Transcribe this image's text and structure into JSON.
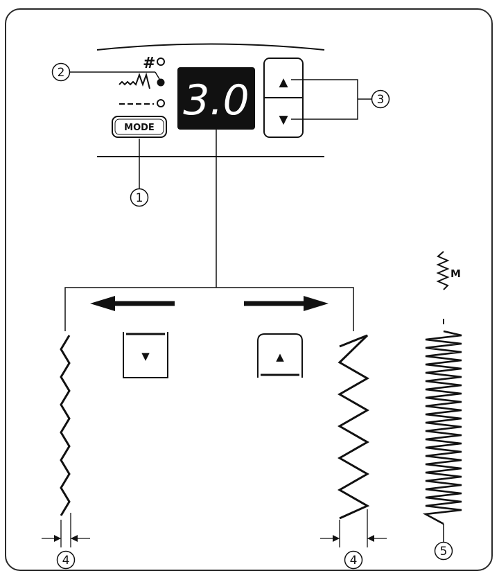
{
  "display": {
    "value": "3.0"
  },
  "buttons": {
    "mode_label": "MODE",
    "up_symbol": "▲",
    "down_symbol": "▼"
  },
  "indicators": {
    "buttonhole_symbol": "#",
    "zigzag_symbol": "~~W",
    "straight_symbol": "- - -",
    "selected": "zigzag"
  },
  "callouts": {
    "c1": "1",
    "c2": "2",
    "c3": "3",
    "c4a": "4",
    "c4b": "4",
    "c5": "5"
  },
  "samples": {
    "multi_label": "M"
  },
  "icons": [
    "decrease-arrow-left",
    "increase-arrow-right",
    "zigzag-stitch-narrow",
    "zigzag-stitch-wide",
    "multi-zigzag-stitch"
  ]
}
